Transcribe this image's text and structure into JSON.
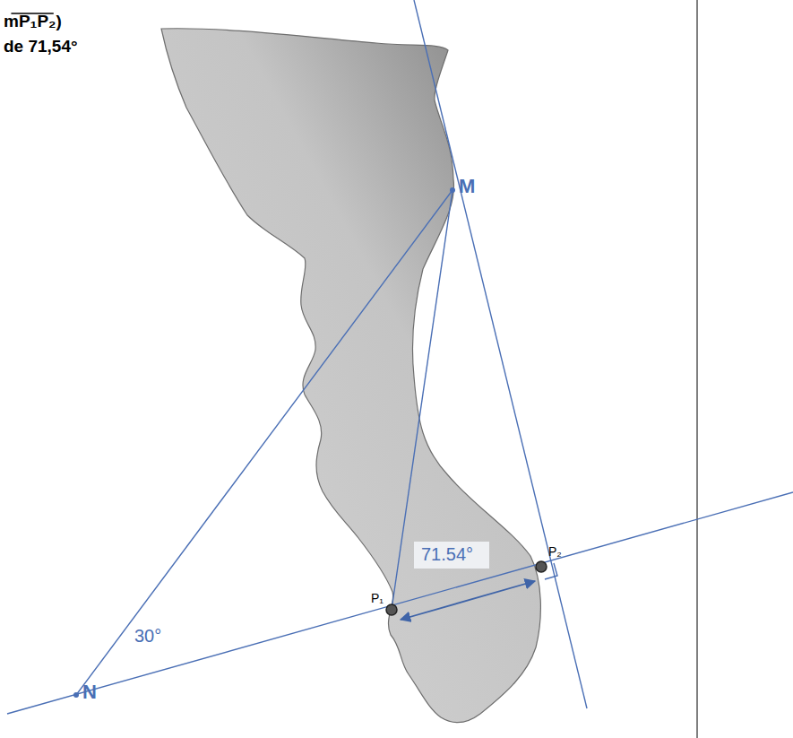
{
  "diagram": {
    "labels": [
      "mP₁P₂)",
      "de 71,54°",
      "M",
      "71.54°",
      "P₂",
      "P₁",
      "30°",
      "N"
    ]
  }
}
